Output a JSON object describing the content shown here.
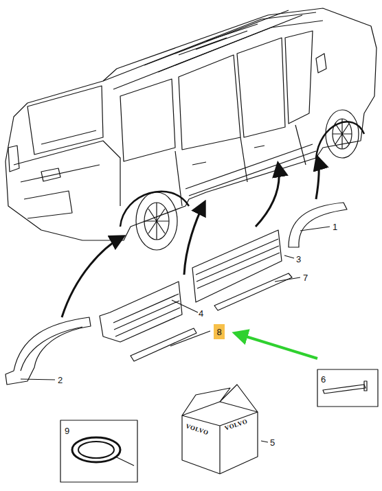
{
  "diagram": {
    "nodes": [
      {
        "text": [
          "8"
        ]
      },
      {
        "text": [
          "6"
        ]
      },
      {
        "text": [
          "9"
        ]
      }
    ],
    "labels": [
      "1",
      "3",
      "7",
      "4",
      "2",
      "5",
      "VOLVO",
      "VOLVO"
    ]
  }
}
